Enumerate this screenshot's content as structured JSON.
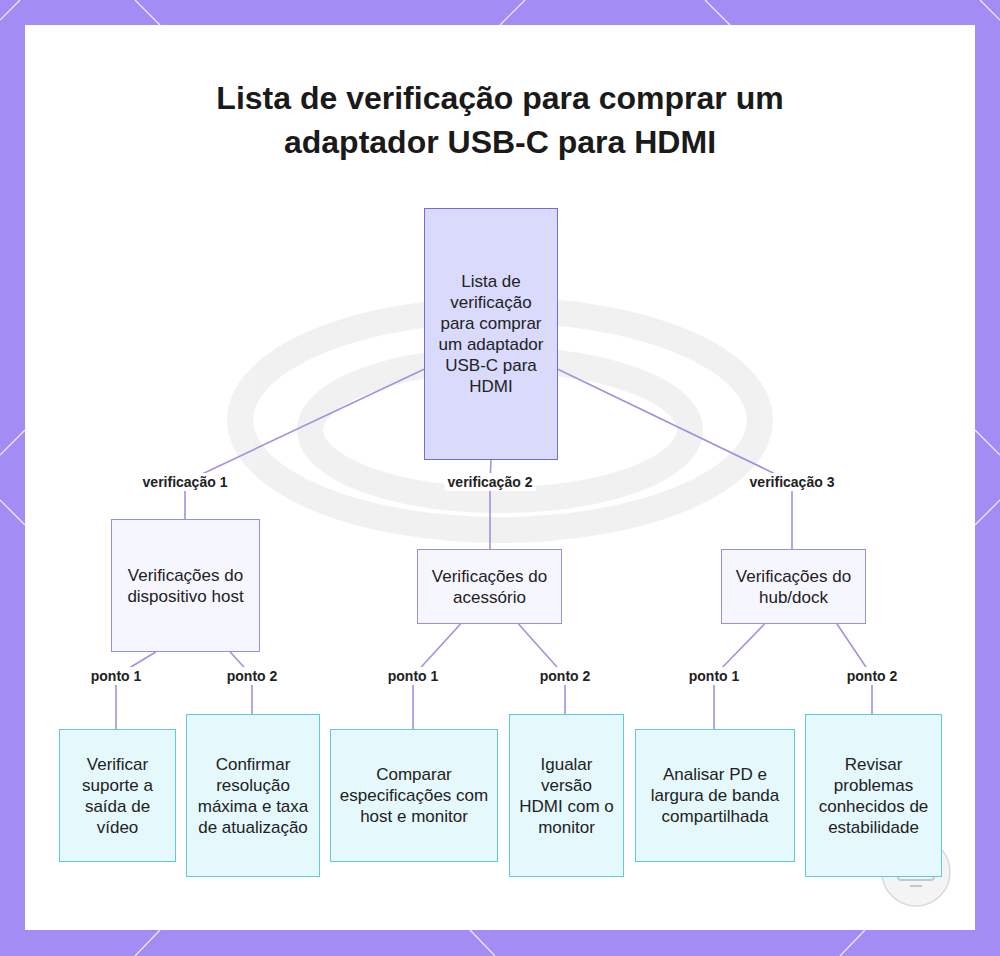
{
  "diagram": {
    "title": "Lista de verificação para comprar um adaptador USB-C para HDMI",
    "nodes": [
      {
        "text": [
          "Lista de verificação para comprar um adaptador USB-C para HDMI"
        ]
      },
      {
        "text": [
          "Verificações do dispositivo host"
        ]
      },
      {
        "text": [
          "Verificações do acessório"
        ]
      },
      {
        "text": [
          "Verificações do hub/dock"
        ]
      },
      {
        "text": [
          "Verificar suporte a saída de vídeo"
        ]
      },
      {
        "text": [
          "Confirmar resolução máxima e taxa de atualização"
        ]
      },
      {
        "text": [
          "Comparar especificações com host e monitor"
        ]
      },
      {
        "text": [
          "Igualar versão HDMI com o monitor"
        ]
      },
      {
        "text": [
          "Analisar PD e largura de banda compartilhada"
        ]
      },
      {
        "text": [
          "Revisar problemas conhecidos de estabilidade"
        ]
      }
    ],
    "edges": [
      {
        "from": 0,
        "to": 1,
        "label": "verificação 1",
        "arrow": "none"
      },
      {
        "from": 0,
        "to": 2,
        "label": "verificação 2",
        "arrow": "none"
      },
      {
        "from": 0,
        "to": 3,
        "label": "verificação 3",
        "arrow": "none"
      },
      {
        "from": 1,
        "to": 4,
        "label": "ponto 1",
        "arrow": "none"
      },
      {
        "from": 1,
        "to": 5,
        "label": "ponto 2",
        "arrow": "none"
      },
      {
        "from": 2,
        "to": 6,
        "label": "ponto 1",
        "arrow": "none"
      },
      {
        "from": 2,
        "to": 7,
        "label": "ponto 2",
        "arrow": "none"
      },
      {
        "from": 3,
        "to": 8,
        "label": "ponto 1",
        "arrow": "none"
      },
      {
        "from": 3,
        "to": 9,
        "label": "ponto 2",
        "arrow": "none"
      }
    ]
  }
}
